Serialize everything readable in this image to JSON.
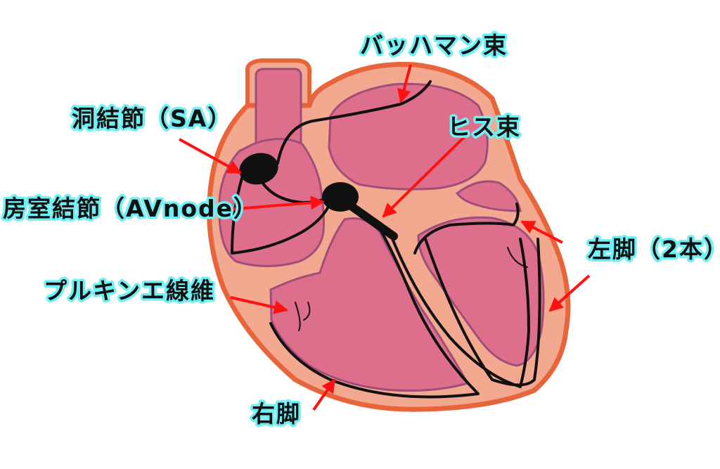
{
  "colors": {
    "outline": "#e8643a",
    "muscle": "#f3a98f",
    "chamber": "#de6f8c",
    "chamber_edge": "#a04e79",
    "conduction": "#111111",
    "arrow": "#ff1111",
    "label_glow": "#6ff0f4"
  },
  "labels": {
    "bachmann": "バッハマン束",
    "sa_node": "洞結節（SA）",
    "his_bundle": "ヒス束",
    "av_node": "房室結節（AVnode）",
    "left_bundle": "左脚（2本）",
    "purkinje": "プルキンエ線維",
    "right_bundle": "右脚"
  }
}
